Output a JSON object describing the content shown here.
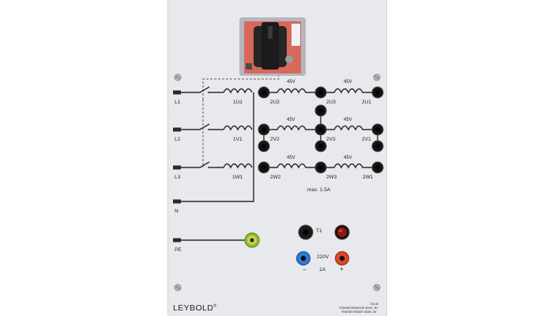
{
  "panel": {
    "brand": "LEYBOLD",
    "brand_mark": "®",
    "model_code": "726 80",
    "model_text_1": "TRANSFORMATOR 45/90, 3N",
    "model_text_2": "TRANSFORMER 45/90, 3N",
    "colors": {
      "panel": "#e8e9ec",
      "switch_body": "#d8685c",
      "lamp": "#8b1a14",
      "socket_blue": "#2e7bd6",
      "socket_red": "#d9482b",
      "socket_green": "#8bc13a"
    }
  },
  "inputs": {
    "l1": "L1",
    "l2": "L2",
    "l3": "L3",
    "n": "N",
    "pe": "PE"
  },
  "primary": {
    "u": "1U1",
    "v": "1V1",
    "w": "1W1"
  },
  "secondary": {
    "voltage": "45V",
    "u2": "2U2",
    "u3": "2U3",
    "u1": "2U1",
    "v2": "2V2",
    "v3": "2V3",
    "v1": "2V1",
    "w2": "2W2",
    "w3": "2W3",
    "w1": "2W1",
    "max_current": "max. 1.5A"
  },
  "aux": {
    "t1": "T1",
    "voltage": "220V",
    "minus": "−",
    "current": "1A",
    "plus": "+"
  }
}
